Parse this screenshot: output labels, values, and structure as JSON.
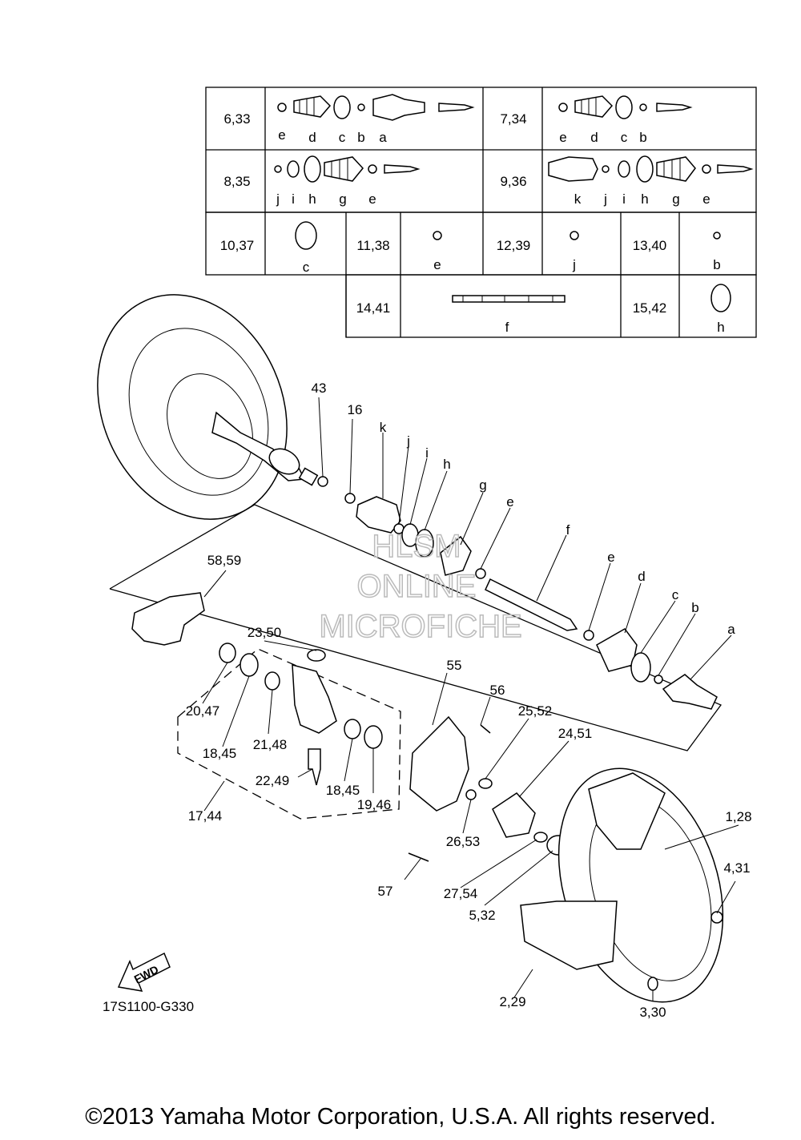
{
  "table": {
    "rows": [
      [
        {
          "ref": "6,33",
          "letters": [
            "e",
            "d",
            "c",
            "b",
            "a"
          ]
        },
        {
          "ref": "7,34",
          "letters": [
            "e",
            "d",
            "c",
            "b"
          ]
        }
      ],
      [
        {
          "ref": "8,35",
          "letters": [
            "j",
            "i",
            "h",
            "g",
            "e"
          ]
        },
        {
          "ref": "9,36",
          "letters": [
            "k",
            "j",
            "i",
            "h",
            "g",
            "e"
          ]
        }
      ],
      [
        {
          "ref": "10,37",
          "letters": [
            "c"
          ]
        },
        {
          "ref": "11,38",
          "letters": [
            "e"
          ]
        },
        {
          "ref": "12,39",
          "letters": [
            "j"
          ]
        },
        {
          "ref": "13,40",
          "letters": [
            "b"
          ]
        }
      ],
      [
        {
          "ref": "14,41",
          "letters": [
            "f"
          ]
        },
        {
          "ref": "15,42",
          "letters": [
            "h"
          ]
        }
      ]
    ]
  },
  "callouts": {
    "c43": "43",
    "c16": "16",
    "k": "k",
    "j": "j",
    "i": "i",
    "h": "h",
    "g": "g",
    "e": "e",
    "f": "f",
    "e2": "e",
    "d": "d",
    "c": "c",
    "b": "b",
    "a": "a",
    "c58_59": "58,59",
    "c23_50": "23,50",
    "c55": "55",
    "c56": "56",
    "c25_52": "25,52",
    "c24_51": "24,51",
    "c20_47": "20,47",
    "c18_45a": "18,45",
    "c21_48": "21,48",
    "c22_49": "22,49",
    "c18_45b": "18,45",
    "c19_46": "19,46",
    "c17_44": "17,44",
    "c26_53": "26,53",
    "c57": "57",
    "c27_54": "27,54",
    "c5_32": "5,32",
    "c1_28": "1,28",
    "c4_31": "4,31",
    "c2_29": "2,29",
    "c3_30": "3,30"
  },
  "fwd_label": "FWD",
  "diagram_code": "17S1100-G330",
  "watermark": [
    "HLSM",
    "ONLINE",
    "MICROFICHE"
  ],
  "copyright": "©2013 Yamaha Motor Corporation, U.S.A. All rights reserved."
}
